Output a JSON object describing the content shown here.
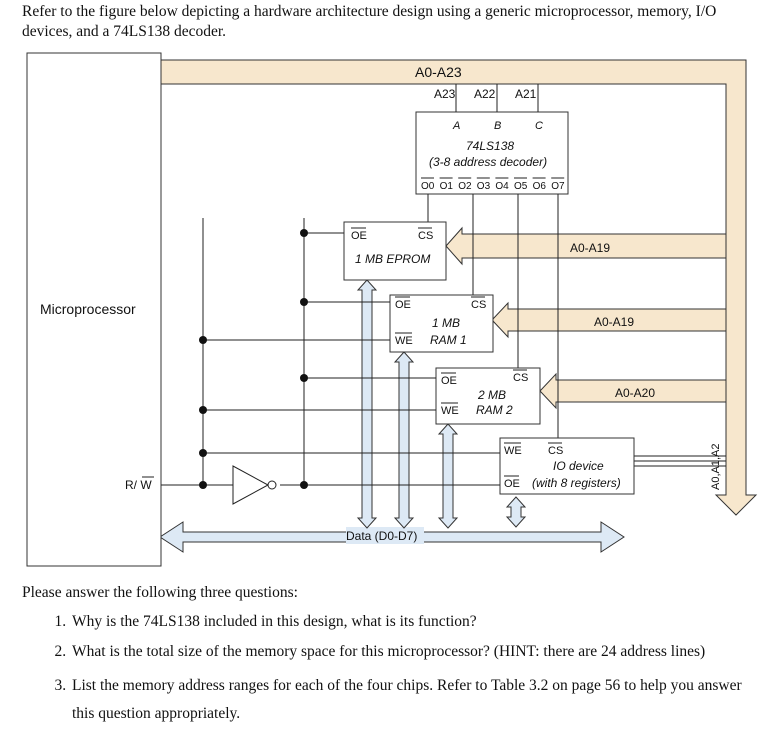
{
  "intro": "Refer to the figure below depicting a hardware architecture design using a generic microprocessor, memory, I/O devices, and a 74LS138 decoder.",
  "diagram": {
    "microprocessor": {
      "label": "Microprocessor",
      "rw_label": "R/ W"
    },
    "address_bus": {
      "label": "A0-A23",
      "lines": [
        "A23",
        "A22",
        "A21"
      ]
    },
    "decoder": {
      "inputs": [
        "A",
        "B",
        "C"
      ],
      "name": "74LS138",
      "desc": "(3-8 address decoder)",
      "outputs": [
        "O0",
        "O1",
        "O2",
        "O3",
        "O4",
        "O5",
        "O6",
        "O7"
      ]
    },
    "eprom": {
      "oe": "OE",
      "cs": "CS",
      "name": "1 MB EPROM",
      "bus": "A0-A19"
    },
    "ram1": {
      "oe": "OE",
      "we": "WE",
      "cs": "CS",
      "name1": "1 MB",
      "name2": "RAM 1",
      "bus": "A0-A19"
    },
    "ram2": {
      "oe": "OE",
      "we": "WE",
      "cs": "CS",
      "name1": "2 MB",
      "name2": "RAM 2",
      "bus": "A0-A20"
    },
    "io": {
      "we": "WE",
      "oe": "OE",
      "cs": "CS",
      "name1": "IO device",
      "name2": "(with 8 registers)",
      "bus": "A0,A1,A2"
    },
    "data_bus": "Data (D0-D7)"
  },
  "questions": {
    "lead": "Please answer the following three questions:",
    "items": [
      "Why is the 74LS138 included in this design, what is its function?",
      "What is the total size of the memory space for this microprocessor? (HINT: there are 24 address lines)",
      "List the memory address ranges for each of the four chips. Refer to Table 3.2 on page 56 to help you answer this question appropriately."
    ]
  },
  "colors": {
    "bus_fill": "#f7e7cd",
    "data_bus_fill": "#dde9f5",
    "line": "#222222"
  }
}
